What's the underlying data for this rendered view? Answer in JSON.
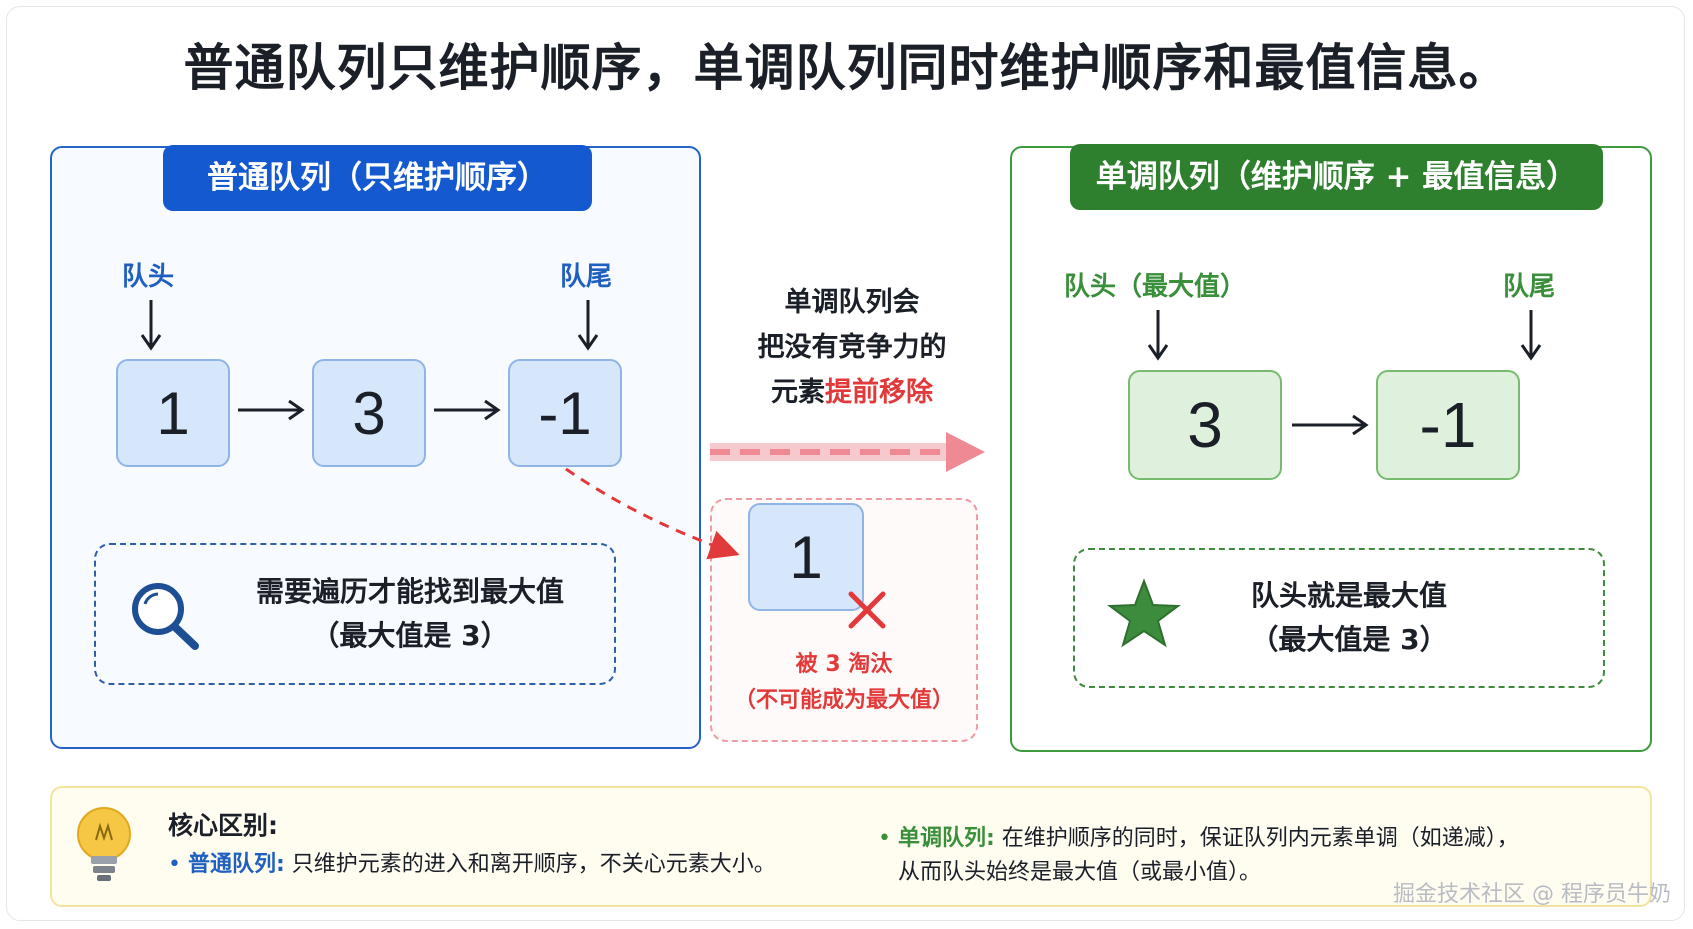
{
  "title": "普通队列只维护顺序，单调队列同时维护顺序和最值信息。",
  "left_panel": {
    "header": "普通队列（只维护顺序）",
    "head_label": "队头",
    "tail_label": "队尾",
    "items": [
      "1",
      "3",
      "-1"
    ],
    "note_line1": "需要遍历才能找到最大值",
    "note_line2": "（最大值是 3）",
    "icon": "search-icon",
    "color": "#1459cf"
  },
  "middle": {
    "line1": "单调队列会",
    "line2": "把没有竞争力的",
    "line3_prefix": "元素",
    "line3_highlight": "提前移除",
    "removed_value": "1",
    "removed_line1": "被 3 淘汰",
    "removed_line2": "（不可能成为最大值）",
    "accent": "#e23a3a"
  },
  "right_panel": {
    "header": "单调队列（维护顺序 + 最值信息）",
    "head_label": "队头（最大值）",
    "tail_label": "队尾",
    "items": [
      "3",
      "-1"
    ],
    "note_line1": "队头就是最大值",
    "note_line2": "（最大值是 3）",
    "icon": "star-icon",
    "color": "#2e7f2e"
  },
  "summary": {
    "title": "核心区别:",
    "bullet1_key": "普通队列:",
    "bullet1_text": "只维护元素的进入和离开顺序，不关心元素大小。",
    "bullet2_key": "单调队列:",
    "bullet2_text_line1": "在维护顺序的同时，保证队列内元素单调（如递减），",
    "bullet2_text_line2": "从而队头始终是最大值（或最小值）。",
    "icon": "lightbulb-icon"
  },
  "watermark": "掘金技术社区 @ 程序员牛奶"
}
